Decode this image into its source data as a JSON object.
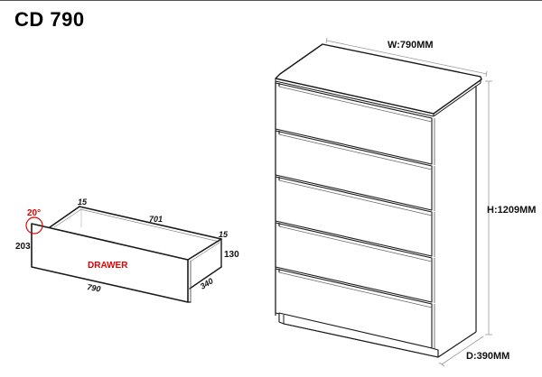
{
  "title": "CD 790",
  "dresser": {
    "width_label": "W:790MM",
    "height_label": "H:1209MM",
    "depth_label": "D:390MM",
    "drawer_count": 5
  },
  "drawer_detail": {
    "label": "DRAWER",
    "angle_label": "20°",
    "front_height": "203",
    "front_width": "790",
    "inner_length": "701",
    "side_thickness_left": "15",
    "side_thickness_right": "15",
    "box_height": "130",
    "box_depth": "340"
  },
  "colors": {
    "line": "#1a1a1a",
    "dimension_line": "#9a9a9a",
    "accent_red": "#e00000"
  }
}
